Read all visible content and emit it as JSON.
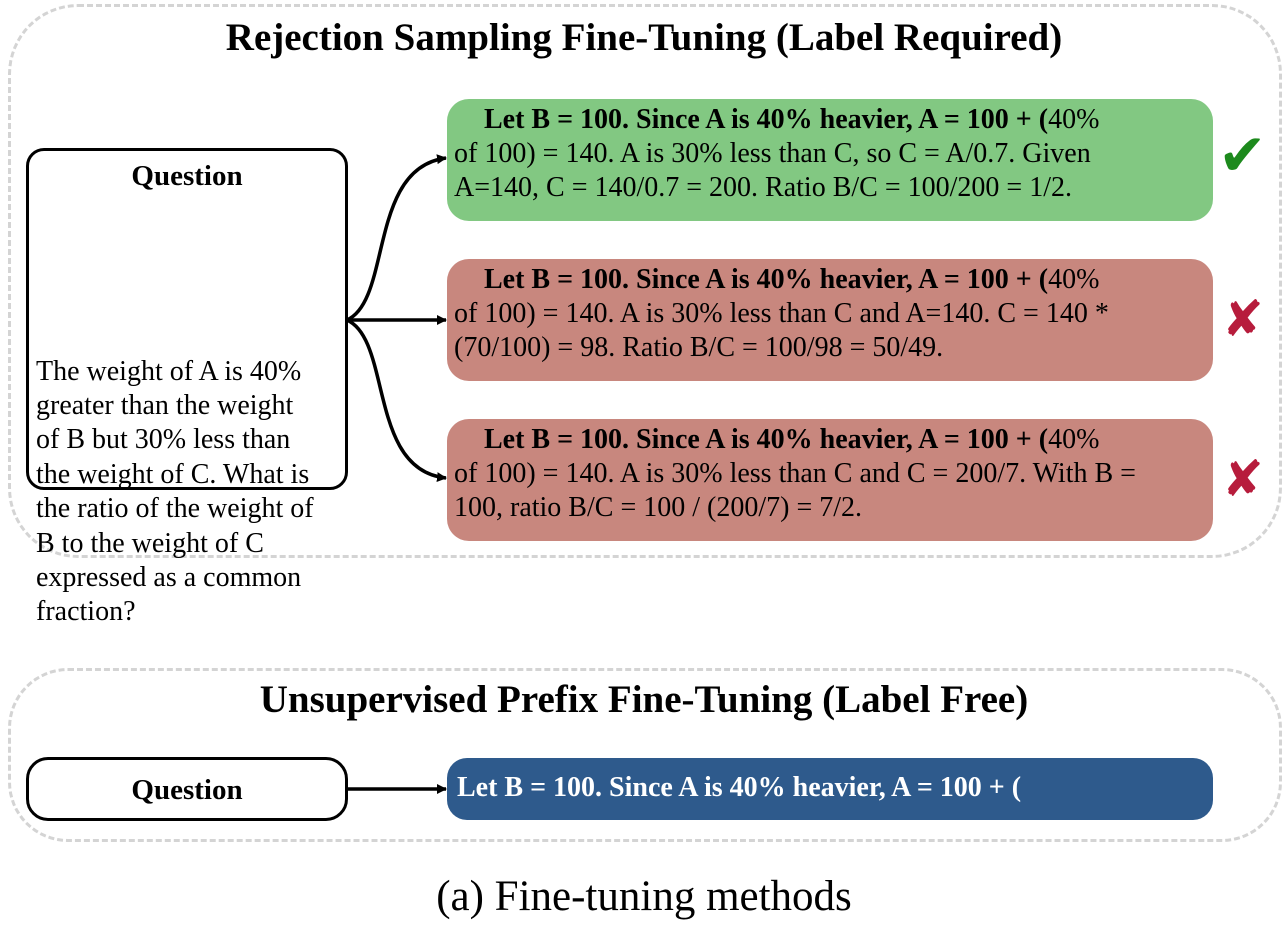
{
  "sections": {
    "top_title": "Rejection Sampling Fine-Tuning (Label Required)",
    "bottom_title": "Unsupervised Prefix Fine-Tuning (Label Free)"
  },
  "question": {
    "label": "Question",
    "lines": [
      "The weight of A is 40%",
      "greater than the weight",
      "of B but 30% less than",
      "the weight of C. What is",
      "the ratio of the weight of",
      "B to the weight of C",
      "expressed as a common",
      " fraction?"
    ]
  },
  "answers": [
    {
      "line1": "Let B = 100.  Since A is 40% heavier, A = 100 + (",
      "line1_rest": "40%",
      "line2": "of 100) = 140. A is 30% less than C, so C = A/0.7.  Given",
      "line3": "A=140, C = 140/0.7 = 200. Ratio B/C = 100/200 = 1/2.",
      "mark": "✔",
      "status": "correct"
    },
    {
      "line1": "Let B = 100.  Since A is 40% heavier, A = 100 + (",
      "line1_rest": "40%",
      "line2": "of 100) = 140. A is 30% less than C and A=140.  C = 140 *",
      "line3": "(70/100) = 98. Ratio B/C = 100/98 = 50/49.",
      "mark": "✘",
      "status": "wrong"
    },
    {
      "line1": "Let B = 100.  Since A is 40% heavier, A = 100 + (",
      "line1_rest": "40%",
      "line2": "of 100) = 140. A is 30% less than C and C = 200/7. With B =",
      "line3": "100, ratio B/C = 100 / (200/7) = 7/2.",
      "mark": "✘",
      "status": "wrong"
    }
  ],
  "prefix": {
    "question_label": "Question",
    "text": "Let B = 100.  Since A is 40% heavier, A = 100 + ("
  },
  "caption": "(a) Fine-tuning methods",
  "colors": {
    "correct_fill": "#82c882",
    "wrong_fill": "#c8877e",
    "prefix_fill": "#2e5a8c",
    "check_mark": "#1d8a1d",
    "cross_mark": "#b71c3c",
    "panel_border": "#d4d4d4"
  }
}
